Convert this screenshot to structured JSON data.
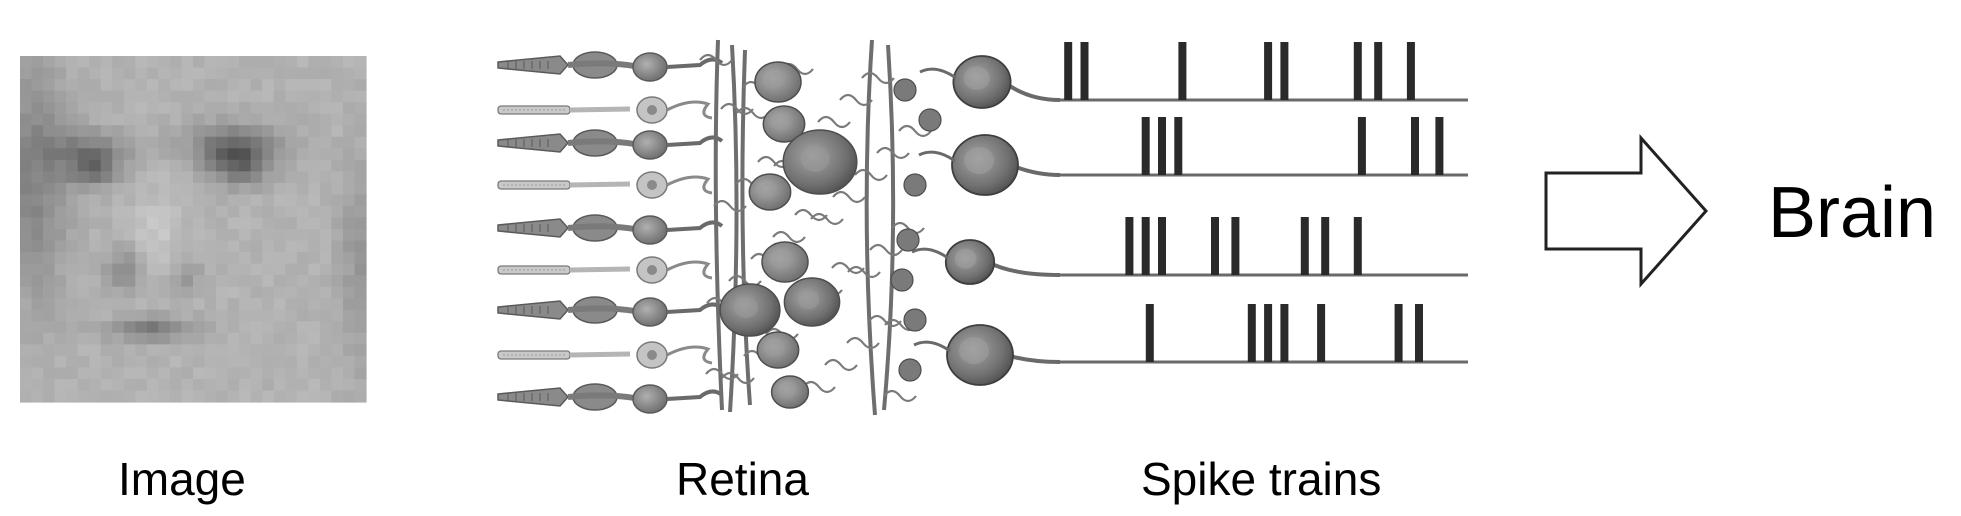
{
  "labels": {
    "image": "Image",
    "retina": "Retina",
    "spike_trains": "Spike trains",
    "brain": "Brain"
  },
  "colors": {
    "background": "#ffffff",
    "cell_fill": "#8a8a8a",
    "cell_light": "#bdbdbd",
    "cell_dark": "#5a5a5a",
    "spike": "#2a2a2a",
    "axon": "#6a6a6a",
    "arrow_stroke": "#222222"
  },
  "spike_trains": [
    {
      "name": "train-1",
      "times": [
        0.02,
        0.06,
        0.3,
        0.51,
        0.55,
        0.73,
        0.78,
        0.86
      ]
    },
    {
      "name": "train-2",
      "times": [
        0.21,
        0.25,
        0.29,
        0.74,
        0.87,
        0.93
      ]
    },
    {
      "name": "train-3",
      "times": [
        0.17,
        0.21,
        0.25,
        0.38,
        0.43,
        0.6,
        0.65,
        0.73
      ]
    },
    {
      "name": "train-4",
      "times": [
        0.22,
        0.47,
        0.51,
        0.55,
        0.64,
        0.83,
        0.88
      ]
    }
  ]
}
